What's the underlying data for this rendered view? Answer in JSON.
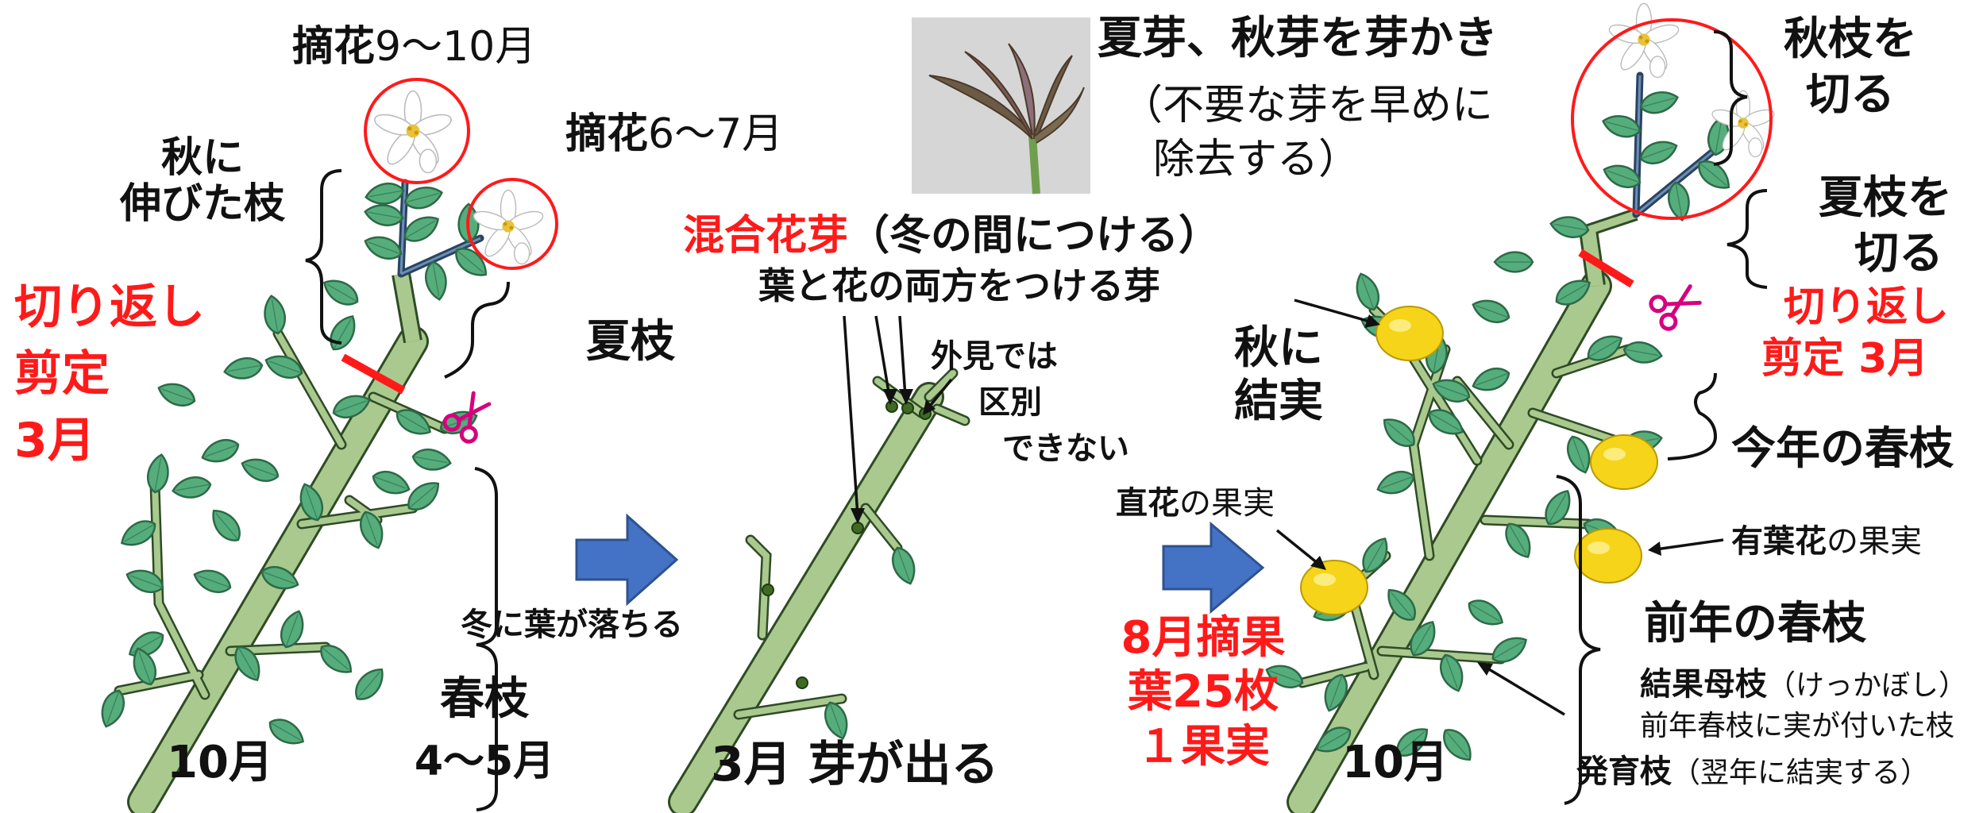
{
  "colors": {
    "stem": "#a9c98e",
    "stem_edge": "#2e4b25",
    "leaf": "#55ad7c",
    "leaf_edge": "#2d6a47",
    "new_shoot": "#2a4361",
    "cut_mark": "#ff1a1a",
    "circle": "#ff1a1a",
    "arrow": "#4472c4",
    "lemon": "#f5d419",
    "scissors": "#d6007f"
  },
  "left_panel": {
    "pinch_oct_bold": "摘花",
    "pinch_oct_rest": "9～10月",
    "pinch_jul_bold": "摘花",
    "pinch_jul_rest": "6～7月",
    "autumn_branch": [
      "秋に",
      "伸びた枝"
    ],
    "cut_back_pruning": [
      "切り返し",
      "剪定",
      "3月"
    ],
    "summer_branch": "夏枝",
    "spring_branch": "春枝",
    "spring_months": "4～5月",
    "month": "10月"
  },
  "middle_panel": {
    "arrow_caption": "冬に葉が落ちる",
    "mixed_bud_title": "混合花芽",
    "mixed_bud_note": "（冬の間につける）",
    "mixed_bud_desc": "葉と花の両方をつける芽",
    "indistinguishable": [
      "外見では",
      "区別",
      "できない"
    ],
    "bottom_label": "3月 芽が出る",
    "photo_icon": "bud-photo"
  },
  "right_panel": {
    "disbud_title": "夏芽、秋芽を芽かき",
    "disbud_note": [
      "（不要な芽を早めに",
      "除去する）"
    ],
    "cut_autumn": [
      "秋枝を",
      "切る"
    ],
    "cut_summer": [
      "夏枝を",
      "切る"
    ],
    "cut_back_pruning": [
      "切り返し",
      "剪定 3月"
    ],
    "autumn_fruit": [
      "秋に",
      "結実"
    ],
    "this_year_spring": "今年の春枝",
    "direct_flower_bold": "直花",
    "direct_flower_rest": "の果実",
    "leafy_flower_bold": "有葉花",
    "leafy_flower_rest": "の果実",
    "thinning": [
      "8月摘果",
      "葉25枚",
      "１果実"
    ],
    "last_year_spring": "前年の春枝",
    "mother_branch_bold": "結果母枝",
    "mother_branch_reading": "（けっかぼし）",
    "mother_branch_desc": "前年春枝に実が付いた枝",
    "growing_branch_bold": "発育枝",
    "growing_branch_note": "（翌年に結実する）",
    "month": "10月"
  }
}
